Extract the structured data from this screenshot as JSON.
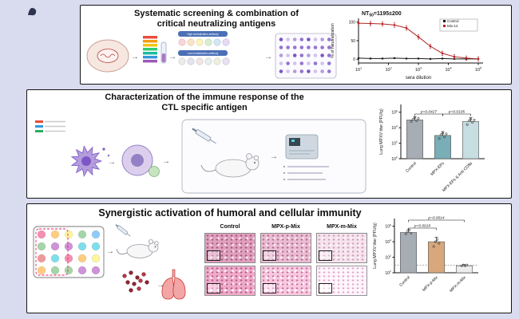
{
  "page": {
    "background": "#d9dbee"
  },
  "panels": [
    {
      "title_line1": "Systematic screening & combination of",
      "title_line2": "critical neutralizing antigens",
      "schematic": {
        "high_label": "High neutralization antibody",
        "low_label": "Low neutralization antibody"
      }
    },
    {
      "title_line1": "Characterization of the immune response of the",
      "title_line2": "CTL specific antigen"
    },
    {
      "title_line1": "Synergistic activation of humoral and cellular immunity",
      "histology_labels": [
        "Control",
        "MPX-p-Mix",
        "MPX-m-Mix"
      ]
    }
  ],
  "chart_data": [
    {
      "type": "line",
      "title": {
        "prefix": "NT",
        "sub": "50",
        "rest": "=1195±200"
      },
      "xlabel": "sera dilution",
      "ylabel": "% of Neutralization",
      "x_exponents": [
        1,
        2,
        3,
        4,
        5
      ],
      "ylim": [
        -10,
        110
      ],
      "yticks": [
        0,
        50,
        100
      ],
      "legend_position": "top-right",
      "series": [
        {
          "name": "Control",
          "color": "#1a1a1a",
          "marker": "square",
          "x": [
            1,
            1.4,
            1.8,
            2.2,
            2.6,
            3,
            3.4,
            3.8,
            4.2,
            4.6,
            5
          ],
          "y": [
            3,
            2,
            2,
            3,
            2,
            2,
            1,
            2,
            1,
            1,
            1
          ]
        },
        {
          "name": "Mix-12",
          "color": "#b22222",
          "marker": "circle",
          "err": 6,
          "x": [
            1,
            1.4,
            1.8,
            2.2,
            2.6,
            3,
            3.4,
            3.8,
            4.2,
            4.6,
            5
          ],
          "y": [
            97,
            96,
            95,
            92,
            84,
            60,
            35,
            16,
            7,
            3,
            1
          ]
        }
      ]
    },
    {
      "type": "bar",
      "ylabel": "Lung MPXV titer (PFU/g)",
      "categories": [
        "Control",
        "MPX-EPs",
        "MPX-EPs & Anti CD8a"
      ],
      "log_values": [
        5.0,
        3.0,
        4.8
      ],
      "errors": [
        0.4,
        0.5,
        0.5
      ],
      "colors": [
        "#a7adb5",
        "#79aeb6",
        "#c6dde1"
      ],
      "points": [
        [
          4.8,
          5.1,
          5.3,
          4.9,
          5.2
        ],
        [
          2.6,
          3.1,
          3.3,
          2.8,
          3.2
        ],
        [
          4.4,
          4.9,
          5.1,
          4.7,
          5.0
        ]
      ],
      "ylim": [
        0,
        7
      ],
      "yticks": [
        0,
        2,
        4,
        6
      ],
      "brackets": [
        {
          "from": 0,
          "to": 1,
          "label": "p=0.0427",
          "level": 1
        },
        {
          "from": 1,
          "to": 2,
          "label": "p=0.0105",
          "level": 1
        }
      ]
    },
    {
      "type": "bar",
      "ylabel": "Lung MPXV titer (PFU/g)",
      "categories": [
        "Control",
        "MPX-p-Mix",
        "MPX-m-Mix"
      ],
      "log_values": [
        5.2,
        4.0,
        0.9
      ],
      "errors": [
        0.4,
        0.6,
        0.15
      ],
      "colors": [
        "#a7adb5",
        "#d8a87c",
        "#ededed"
      ],
      "points": [
        [
          5.0,
          5.3,
          5.5,
          5.1
        ],
        [
          3.4,
          4.0,
          4.3,
          3.8
        ],
        [
          0.9,
          1.0,
          0.9,
          1.0
        ]
      ],
      "ylim": [
        0,
        7
      ],
      "yticks": [
        0,
        2,
        4,
        6
      ],
      "limit_line": 1,
      "brackets": [
        {
          "from": 0,
          "to": 2,
          "label": "p=0.0014",
          "level": 2
        },
        {
          "from": 0,
          "to": 1,
          "label": "p=0.0019",
          "level": 1
        }
      ]
    }
  ]
}
